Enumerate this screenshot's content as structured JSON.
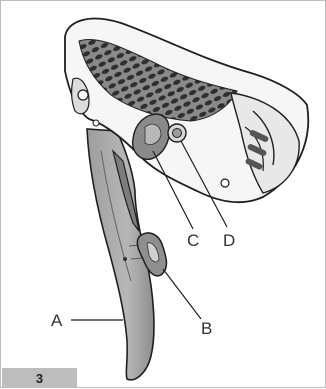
{
  "figure": {
    "number": "3",
    "callouts": [
      {
        "id": "A",
        "label": "A"
      },
      {
        "id": "B",
        "label": "B"
      },
      {
        "id": "C",
        "label": "C"
      },
      {
        "id": "D",
        "label": "D"
      }
    ]
  }
}
